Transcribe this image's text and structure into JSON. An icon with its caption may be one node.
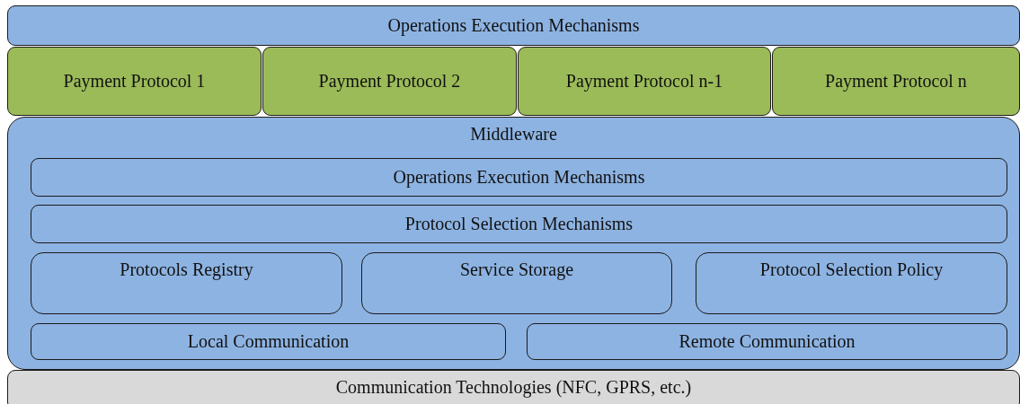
{
  "diagram": {
    "nodes": [
      {
        "text": [
          "Operations Execution Mechanisms"
        ]
      },
      {
        "text": [
          "Payment Protocol 1"
        ]
      },
      {
        "text": [
          "Payment Protocol 2"
        ]
      },
      {
        "text": [
          "Payment Protocol n-1"
        ]
      },
      {
        "text": [
          "Payment Protocol n"
        ]
      },
      {
        "text": [
          "Middleware"
        ]
      },
      {
        "text": [
          "Operations Execution Mechanisms"
        ],
        "in": 5
      },
      {
        "text": [
          "Protocol Selection Mechanisms"
        ],
        "in": 5
      },
      {
        "text": [
          "Protocols Registry"
        ],
        "in": 5
      },
      {
        "text": [
          "Service Storage"
        ],
        "in": 5
      },
      {
        "text": [
          "Protocol Selection Policy"
        ],
        "in": 5
      },
      {
        "text": [
          "Local Communication"
        ],
        "in": 5
      },
      {
        "text": [
          "Remote Communication"
        ],
        "in": 5
      },
      {
        "text": [
          "Communication Technologies (NFC, GPRS, etc.)"
        ]
      }
    ]
  }
}
